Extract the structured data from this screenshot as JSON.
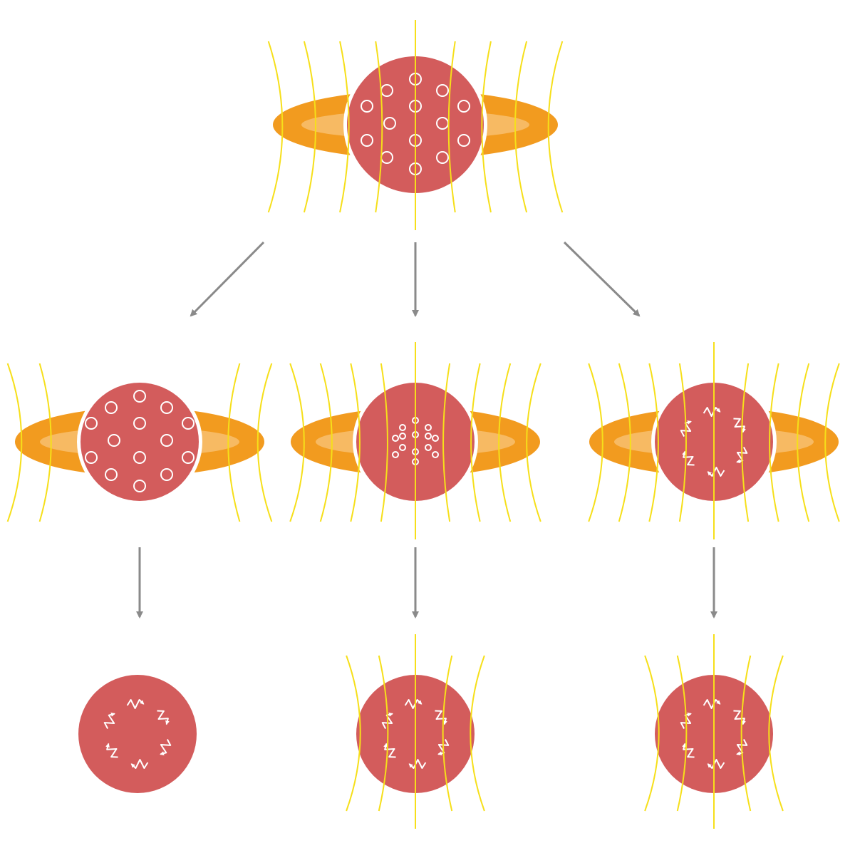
{
  "diagram": {
    "nodes": [
      {
        "id": "top",
        "state": "flux-with-disk",
        "interior": "holes-spread"
      },
      {
        "id": "mid-left",
        "state": "flux-outside-with-disk",
        "interior": "holes-spread"
      },
      {
        "id": "mid-center",
        "state": "flux-with-disk",
        "interior": "holes-compact"
      },
      {
        "id": "mid-right",
        "state": "flux-with-disk",
        "interior": "arrows-ring"
      },
      {
        "id": "bottom-left",
        "state": "no-flux",
        "interior": "arrows-ring"
      },
      {
        "id": "bottom-center",
        "state": "flux",
        "interior": "arrows-ring"
      },
      {
        "id": "bottom-right",
        "state": "flux",
        "interior": "arrows-ring"
      }
    ],
    "edges": [
      {
        "from": "top",
        "to": "mid-left"
      },
      {
        "from": "top",
        "to": "mid-center"
      },
      {
        "from": "top",
        "to": "mid-right"
      },
      {
        "from": "mid-left",
        "to": "bottom-left"
      },
      {
        "from": "mid-center",
        "to": "bottom-center"
      },
      {
        "from": "mid-right",
        "to": "bottom-right"
      }
    ],
    "colors": {
      "sphere": "#d35c5c",
      "disk_outer": "#f29b1f",
      "disk_inner": "#f7ba63",
      "field_line": "#f6df1a",
      "arrow": "#8a8a8a",
      "mark": "#ffffff",
      "background": "#ffffff"
    }
  }
}
